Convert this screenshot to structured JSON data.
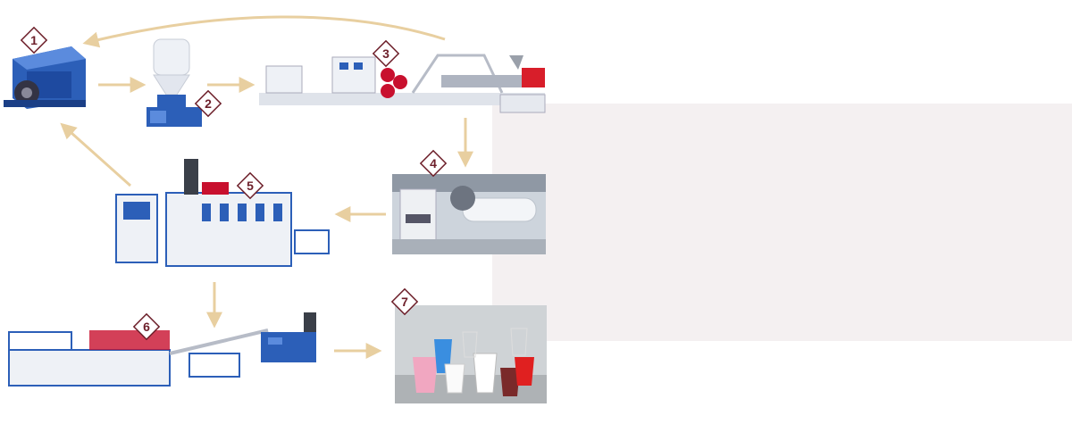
{
  "colors": {
    "arrow": "#e8cfa0",
    "badge_border": "#6d1f2a",
    "badge_fill": "#ffffff",
    "panel": "#f4f0f1",
    "machine_blue": "#2c5fb8",
    "machine_white": "#eef1f6"
  },
  "steps": [
    {
      "label": "1",
      "name": "crusher-machine"
    },
    {
      "label": "2",
      "name": "mixer-hopper"
    },
    {
      "label": "3",
      "name": "sheet-extruder-line"
    },
    {
      "label": "4",
      "name": "sheet-roll"
    },
    {
      "label": "5",
      "name": "thermoforming-machine"
    },
    {
      "label": "6",
      "name": "cup-stacking-line"
    },
    {
      "label": "7",
      "name": "finished-cups"
    }
  ]
}
